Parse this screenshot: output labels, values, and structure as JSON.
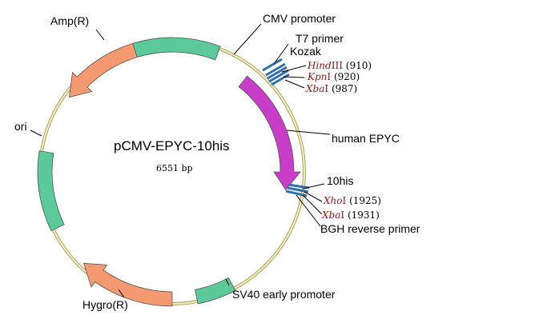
{
  "plasmid": {
    "name": "pCMV-EPYC-10his",
    "size": "6551 bp"
  },
  "features": {
    "amp": "Amp(R)",
    "ori": "ori",
    "hygro": "Hygro(R)",
    "cmv": "CMV promoter",
    "sv40": "SV40 early promoter",
    "epyc": "human EPYC"
  },
  "markers": {
    "t7": "T7 primer",
    "kozak": "Kozak",
    "his": "10his",
    "bgh": "BGH reverse primer"
  },
  "sites": {
    "hind_name_italic": "Hind",
    "hind_name_rest": "III",
    "hind_pos": " (910)",
    "kpn_name_italic": "Kpn",
    "kpn_name_rest": "I",
    "kpn_pos": " (920)",
    "xba1_name_italic": "Xba",
    "xba1_name_rest": "I",
    "xba1_pos": " (987)",
    "xho_name_italic": "Xho",
    "xho_name_rest": "I",
    "xho_pos": " (1925)",
    "xba2_name_italic": "Xba",
    "xba2_name_rest": "I",
    "xba2_pos": " (1931)"
  },
  "colors": {
    "backbone": "#e8e2a0",
    "promoter": "#5cc99a",
    "resistance": "#f59a70",
    "insert": "#c83ec8",
    "site": "#2f6fb0"
  }
}
